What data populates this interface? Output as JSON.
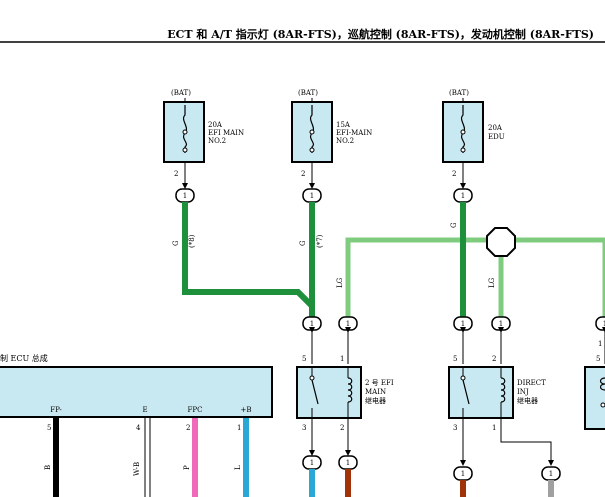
{
  "header": {
    "title": "ECT 和 A/T 指示灯 (8AR-FTS)，巡航控制 (8AR-FTS)，发动机控制 (8AR-FTS)"
  },
  "fuses": [
    {
      "supply": "(BAT)",
      "rating": "20A",
      "name1": "EFI MAIN",
      "name2": "NO.2",
      "pin": "2",
      "connector": "1"
    },
    {
      "supply": "(BAT)",
      "rating": "15A",
      "name1": "EFI-MAIN",
      "name2": "NO.2",
      "pin": "2",
      "connector": "1"
    },
    {
      "supply": "(BAT)",
      "rating": "20A",
      "name1": "EDU",
      "name2": "",
      "pin": "2",
      "connector": "1"
    }
  ],
  "wires": {
    "w1": {
      "color": "G",
      "note": "(*8)"
    },
    "w2": {
      "color": "G",
      "note": "(*7)"
    },
    "w3": {
      "color": "LG"
    },
    "w4": {
      "color": "G"
    },
    "w5": {
      "color": "LG"
    },
    "colors": {
      "green": "#1e8f3a",
      "light_green": "#7fcc7f",
      "black": "#000000",
      "pink": "#f06aba",
      "blue": "#29a8d6",
      "brown": "#a0330a",
      "gray": "#a0a0a0",
      "box_fill": "#c9e9f2"
    }
  },
  "relays": [
    {
      "title1": "2 号 EFI",
      "title2": "MAIN",
      "title3": "继电器",
      "pin_tl": "5",
      "pin_tr": "1",
      "pin_bl": "3",
      "pin_br": "2"
    },
    {
      "title1": "DIRECT",
      "title2": "INJ",
      "title3": "继电器",
      "pin_tl": "5",
      "pin_tr": "2",
      "pin_bl": "3",
      "pin_br": "1"
    }
  ],
  "relay_connectors": [
    "1",
    "1",
    "1",
    "1",
    "1"
  ],
  "bottom_connectors": [
    "1",
    "1",
    "1",
    "1"
  ],
  "ecu": {
    "title": "制 ECU 总成",
    "pins": [
      {
        "name": "FP-",
        "num": "5",
        "wire": "B"
      },
      {
        "name": "E",
        "num": "4",
        "wire": "W-B"
      },
      {
        "name": "FPC",
        "num": "2",
        "wire": "P"
      },
      {
        "name": "+B",
        "num": "1",
        "wire": "L"
      }
    ]
  },
  "right_pins": [
    "1",
    "5"
  ]
}
